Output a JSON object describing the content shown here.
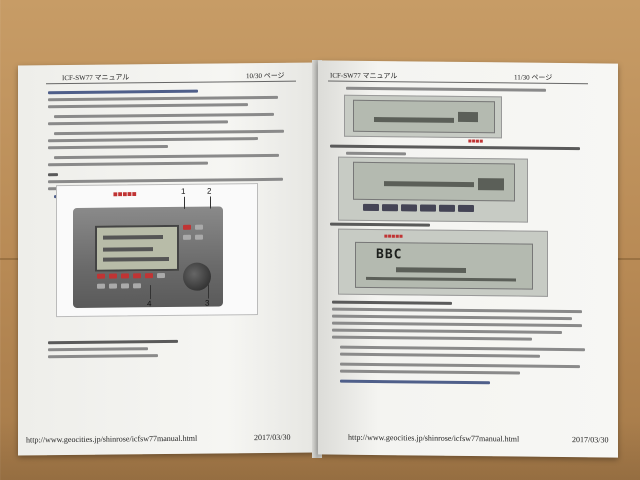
{
  "scene": {
    "left_page": {
      "header_title": "ICF-SW77 マニュアル",
      "header_page": "10/30 ページ",
      "footer_url": "http://www.geocities.jp/shinrose/icfsw77manual.html",
      "footer_date": "2017/03/30",
      "photo_callouts": [
        "1",
        "2",
        "3",
        "4"
      ]
    },
    "right_page": {
      "header_title": "ICF-SW77 マニュアル",
      "header_page": "11/30 ページ",
      "lcd_text": "BBC",
      "footer_url": "http://www.geocities.jp/shinrose/icfsw77manual.html",
      "footer_date": "2017/03/30"
    }
  }
}
